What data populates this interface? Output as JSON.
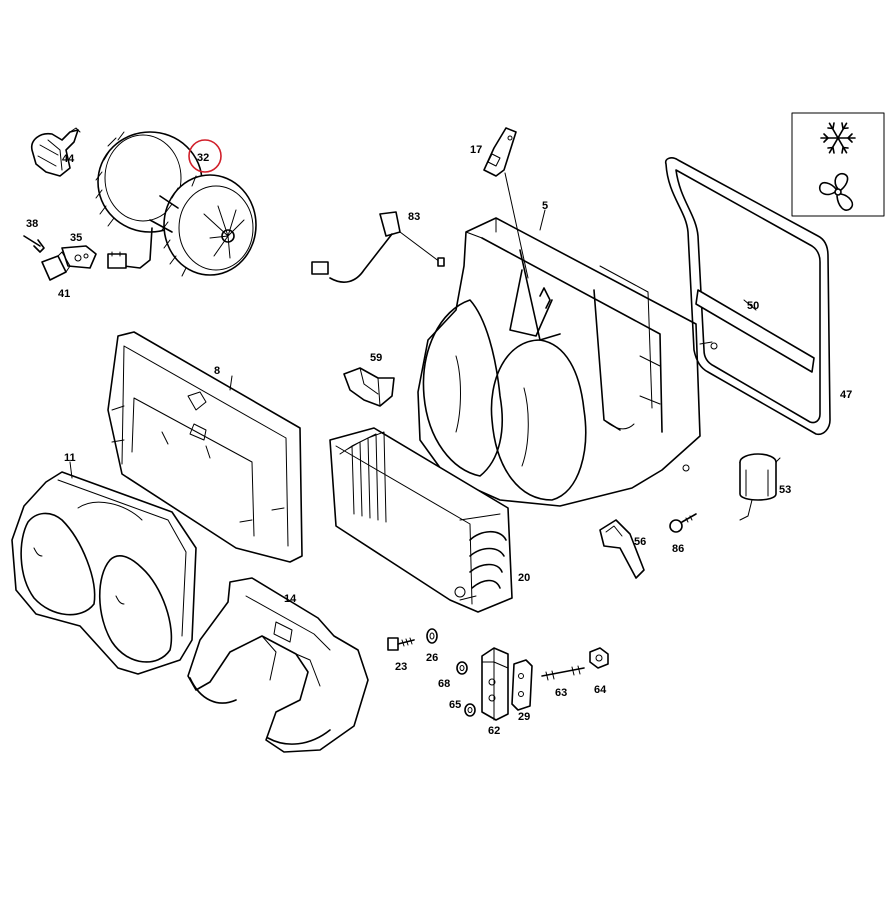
{
  "diagram": {
    "highlight_color": "#d11f2a",
    "line_color": "#000000",
    "background": "#ffffff",
    "highlighted_part": "32",
    "legend_icons": [
      "snowflake-icon",
      "fan-icon"
    ],
    "parts": [
      {
        "id": "p44",
        "label": "44"
      },
      {
        "id": "p32",
        "label": "32"
      },
      {
        "id": "p38",
        "label": "38"
      },
      {
        "id": "p35",
        "label": "35"
      },
      {
        "id": "p41",
        "label": "41"
      },
      {
        "id": "p17",
        "label": "17"
      },
      {
        "id": "p83",
        "label": "83"
      },
      {
        "id": "p5",
        "label": "5"
      },
      {
        "id": "p50",
        "label": "50"
      },
      {
        "id": "p47",
        "label": "47"
      },
      {
        "id": "p8",
        "label": "8"
      },
      {
        "id": "p59",
        "label": "59"
      },
      {
        "id": "p11",
        "label": "11"
      },
      {
        "id": "p53",
        "label": "53"
      },
      {
        "id": "p56",
        "label": "56"
      },
      {
        "id": "p86",
        "label": "86"
      },
      {
        "id": "p20",
        "label": "20"
      },
      {
        "id": "p14",
        "label": "14"
      },
      {
        "id": "p23",
        "label": "23"
      },
      {
        "id": "p26",
        "label": "26"
      },
      {
        "id": "p68",
        "label": "68"
      },
      {
        "id": "p65",
        "label": "65"
      },
      {
        "id": "p62",
        "label": "62"
      },
      {
        "id": "p29",
        "label": "29"
      },
      {
        "id": "p63",
        "label": "63"
      },
      {
        "id": "p64",
        "label": "64"
      }
    ]
  }
}
